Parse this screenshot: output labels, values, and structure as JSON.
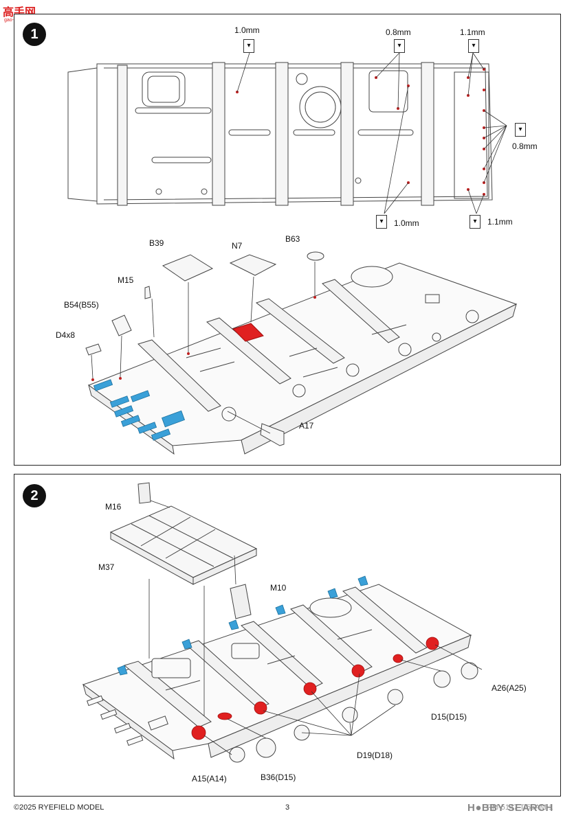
{
  "watermark": {
    "logo_text": "高手网",
    "logo_url": "gao-shou.com",
    "text": "H●BBY SEARCH"
  },
  "step1": {
    "number": "1",
    "drill_icon": "drill-bit-icon",
    "drill_labels": {
      "d1": "1.0mm",
      "d2": "0.8mm",
      "d3": "1.1mm",
      "d4": "0.8mm",
      "d5": "1.0mm",
      "d6": "1.1mm"
    },
    "parts": {
      "b39": "B39",
      "n7": "N7",
      "b63": "B63",
      "m15": "M15",
      "b54": "B54(B55)",
      "d4x8": "D4x8",
      "a17": "A17"
    }
  },
  "step2": {
    "number": "2",
    "parts": {
      "m16": "M16",
      "m37": "M37",
      "m10": "M10",
      "a26": "A26(A25)",
      "d15": "D15(D15)",
      "d19": "D19(D18)",
      "a15": "A15(A14)",
      "b36": "B36(D15)"
    }
  },
  "colors": {
    "highlight_red": "#e02020",
    "highlight_blue": "#3aa0d8",
    "line": "#333333"
  },
  "footer": {
    "copyright": "©2025 RYEFIELD MODEL",
    "page": "3",
    "code": "RM-5147 T-55AM-1"
  }
}
